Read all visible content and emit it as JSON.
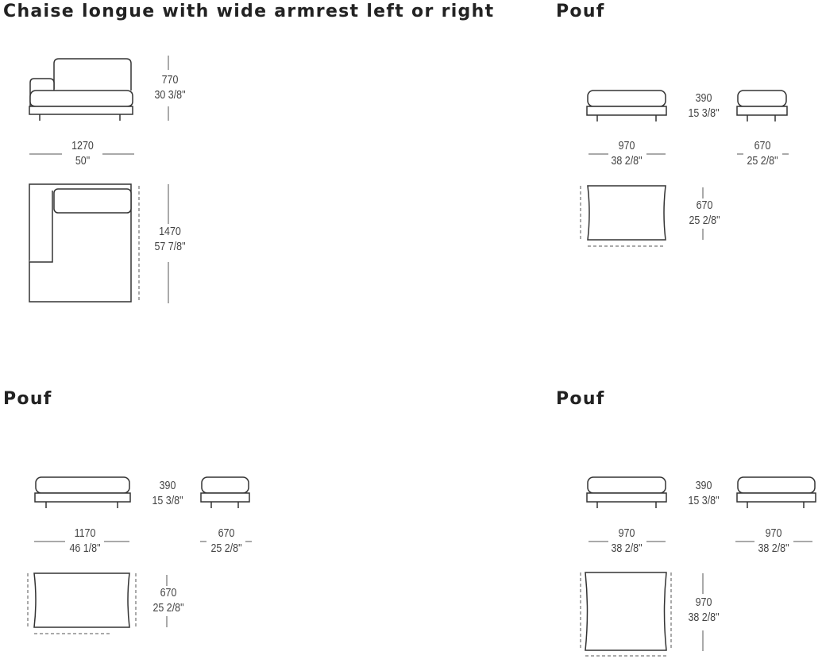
{
  "titles": {
    "chaise": "Chaise longue with wide armrest left or right",
    "pouf1": "Pouf",
    "pouf2": "Pouf",
    "pouf3": "Pouf"
  },
  "chaise": {
    "height_mm": "770",
    "height_in": "30 3/8\"",
    "width_mm": "1270",
    "width_in": "50\"",
    "depth_mm": "1470",
    "depth_in": "57 7/8\""
  },
  "pouf1": {
    "height_mm": "390",
    "height_in": "15 3/8\"",
    "width_mm": "970",
    "width_in": "38 2/8\"",
    "side_mm": "670",
    "side_in": "25 2/8\"",
    "depth_mm": "670",
    "depth_in": "25 2/8\""
  },
  "pouf2": {
    "height_mm": "390",
    "height_in": "15 3/8\"",
    "width_mm": "1170",
    "width_in": "46 1/8\"",
    "side_mm": "670",
    "side_in": "25 2/8\"",
    "depth_mm": "670",
    "depth_in": "25 2/8\""
  },
  "pouf3": {
    "height_mm": "390",
    "height_in": "15 3/8\"",
    "width_mm": "970",
    "width_in": "38 2/8\"",
    "side_mm": "970",
    "side_in": "38 2/8\"",
    "depth_mm": "970",
    "depth_in": "38 2/8\""
  }
}
